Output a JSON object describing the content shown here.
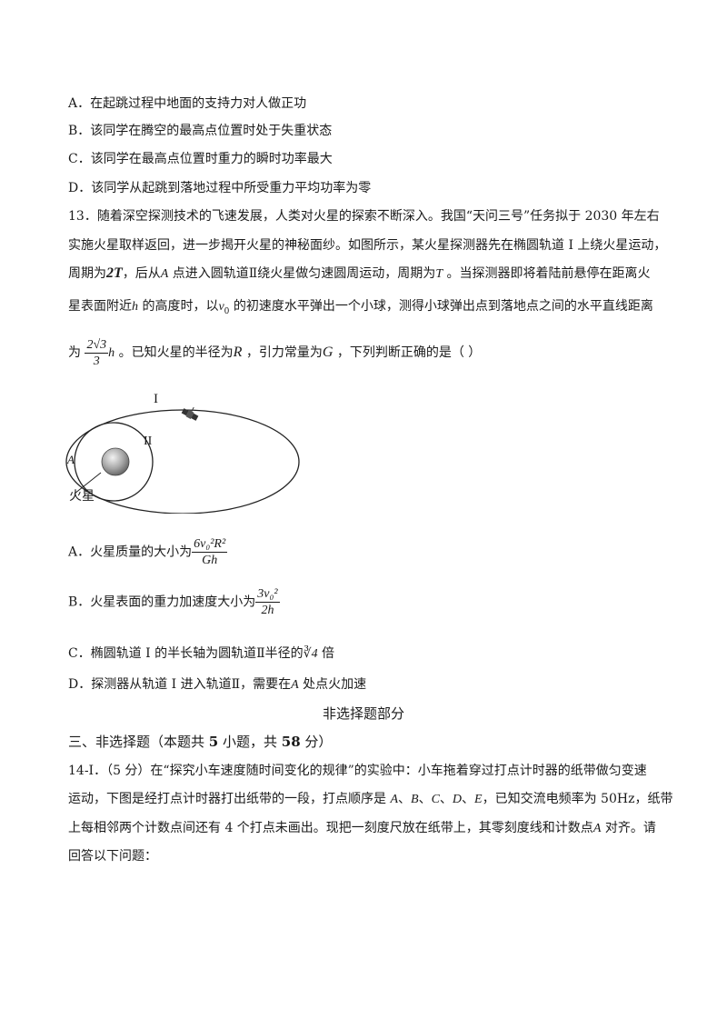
{
  "q12": {
    "optA": "A．在起跳过程中地面的支持力对人做正功",
    "optB": "B．该同学在腾空的最高点位置时处于失重状态",
    "optC": "C．该同学在最高点位置时重力的瞬时功率最大",
    "optD": "D．该同学从起跳到落地过程中所受重力平均功率为零"
  },
  "q13": {
    "line1": "13．随着深空探测技术的飞速发展，人类对火星的探索不断深入。我国“天问三号”任务拟于 2030 年左右",
    "line2": "实施火星取样返回，进一步揭开火星的神秘面纱。如图所示，某火星探测器先在椭圆轨道 I 上绕火星运动，",
    "l3a": "周期为",
    "l3b": "2T",
    "l3c": "，后从",
    "l3d": "A",
    "l3e": " 点进入圆轨道Ⅱ绕火星做匀速圆周运动，周期为",
    "l3f": "T",
    "l3g": " 。当探测器即将着陆前悬停在距离火",
    "l4a": "星表面附近",
    "l4b": "h",
    "l4c": " 的高度时，以",
    "l4d": "v",
    "l4e": "0",
    "l4f": " 的初速度水平弹出一个小球，测得小球弹出点到落地点之间的水平直线距离",
    "l5a": "为",
    "l5num": "2√3",
    "l5den": "3",
    "l5b": "h",
    "l5c": " 。已知火星的半径为",
    "l5d": "R",
    "l5e": " ，引力常量为",
    "l5f": "G",
    "l5g": " ，下列判断正确的是（          ）",
    "fig": {
      "orbit1": "I",
      "orbit2": "II",
      "pointA": "A",
      "planet": "火星"
    },
    "optA_text": "A．火星质量的大小为",
    "optA_num": "6v₀²R²",
    "optA_den": "Gh",
    "optB_text": "B．火星表面的重力加速度大小为",
    "optB_num": "3v₀²",
    "optB_den": "2h",
    "optC_a": "C．椭圆轨道 I 的半长轴为圆轨道Ⅱ半径的",
    "optC_root": "∛4",
    "optC_b": " 倍",
    "optD_a": "D．探测器从轨道 I 进入轨道Ⅱ，需要在",
    "optD_b": "A",
    "optD_c": " 处点火加速"
  },
  "section_title": "非选择题部分",
  "part3": {
    "a": "三、非选择题（本题共 ",
    "b": "5",
    "c": " 小题，共 ",
    "d": "58",
    "e": " 分）"
  },
  "q14": {
    "line1": "14-Ⅰ．（5 分）在“探究小车速度随时间变化的规律”的实验中：小车拖着穿过打点计时器的纸带做匀变速",
    "line2a": "运动，下图是经打点计时器打出纸带的一段，打点顺序是 ",
    "line2b": "A",
    "line2c": "、",
    "line2d": "B",
    "line2e": "、",
    "line2f": "C",
    "line2g": "、",
    "line2h": "D",
    "line2i": "、",
    "line2j": "E",
    "line2k": "，已知交流电频率为 50Hz，纸带",
    "line3a": "上每相邻两个计数点间还有 4 个打点未画出。现把一刻度尺放在纸带上，其零刻度线和计数点",
    "line3b": "A",
    "line3c": " 对齐。请",
    "line4": "回答以下问题："
  }
}
